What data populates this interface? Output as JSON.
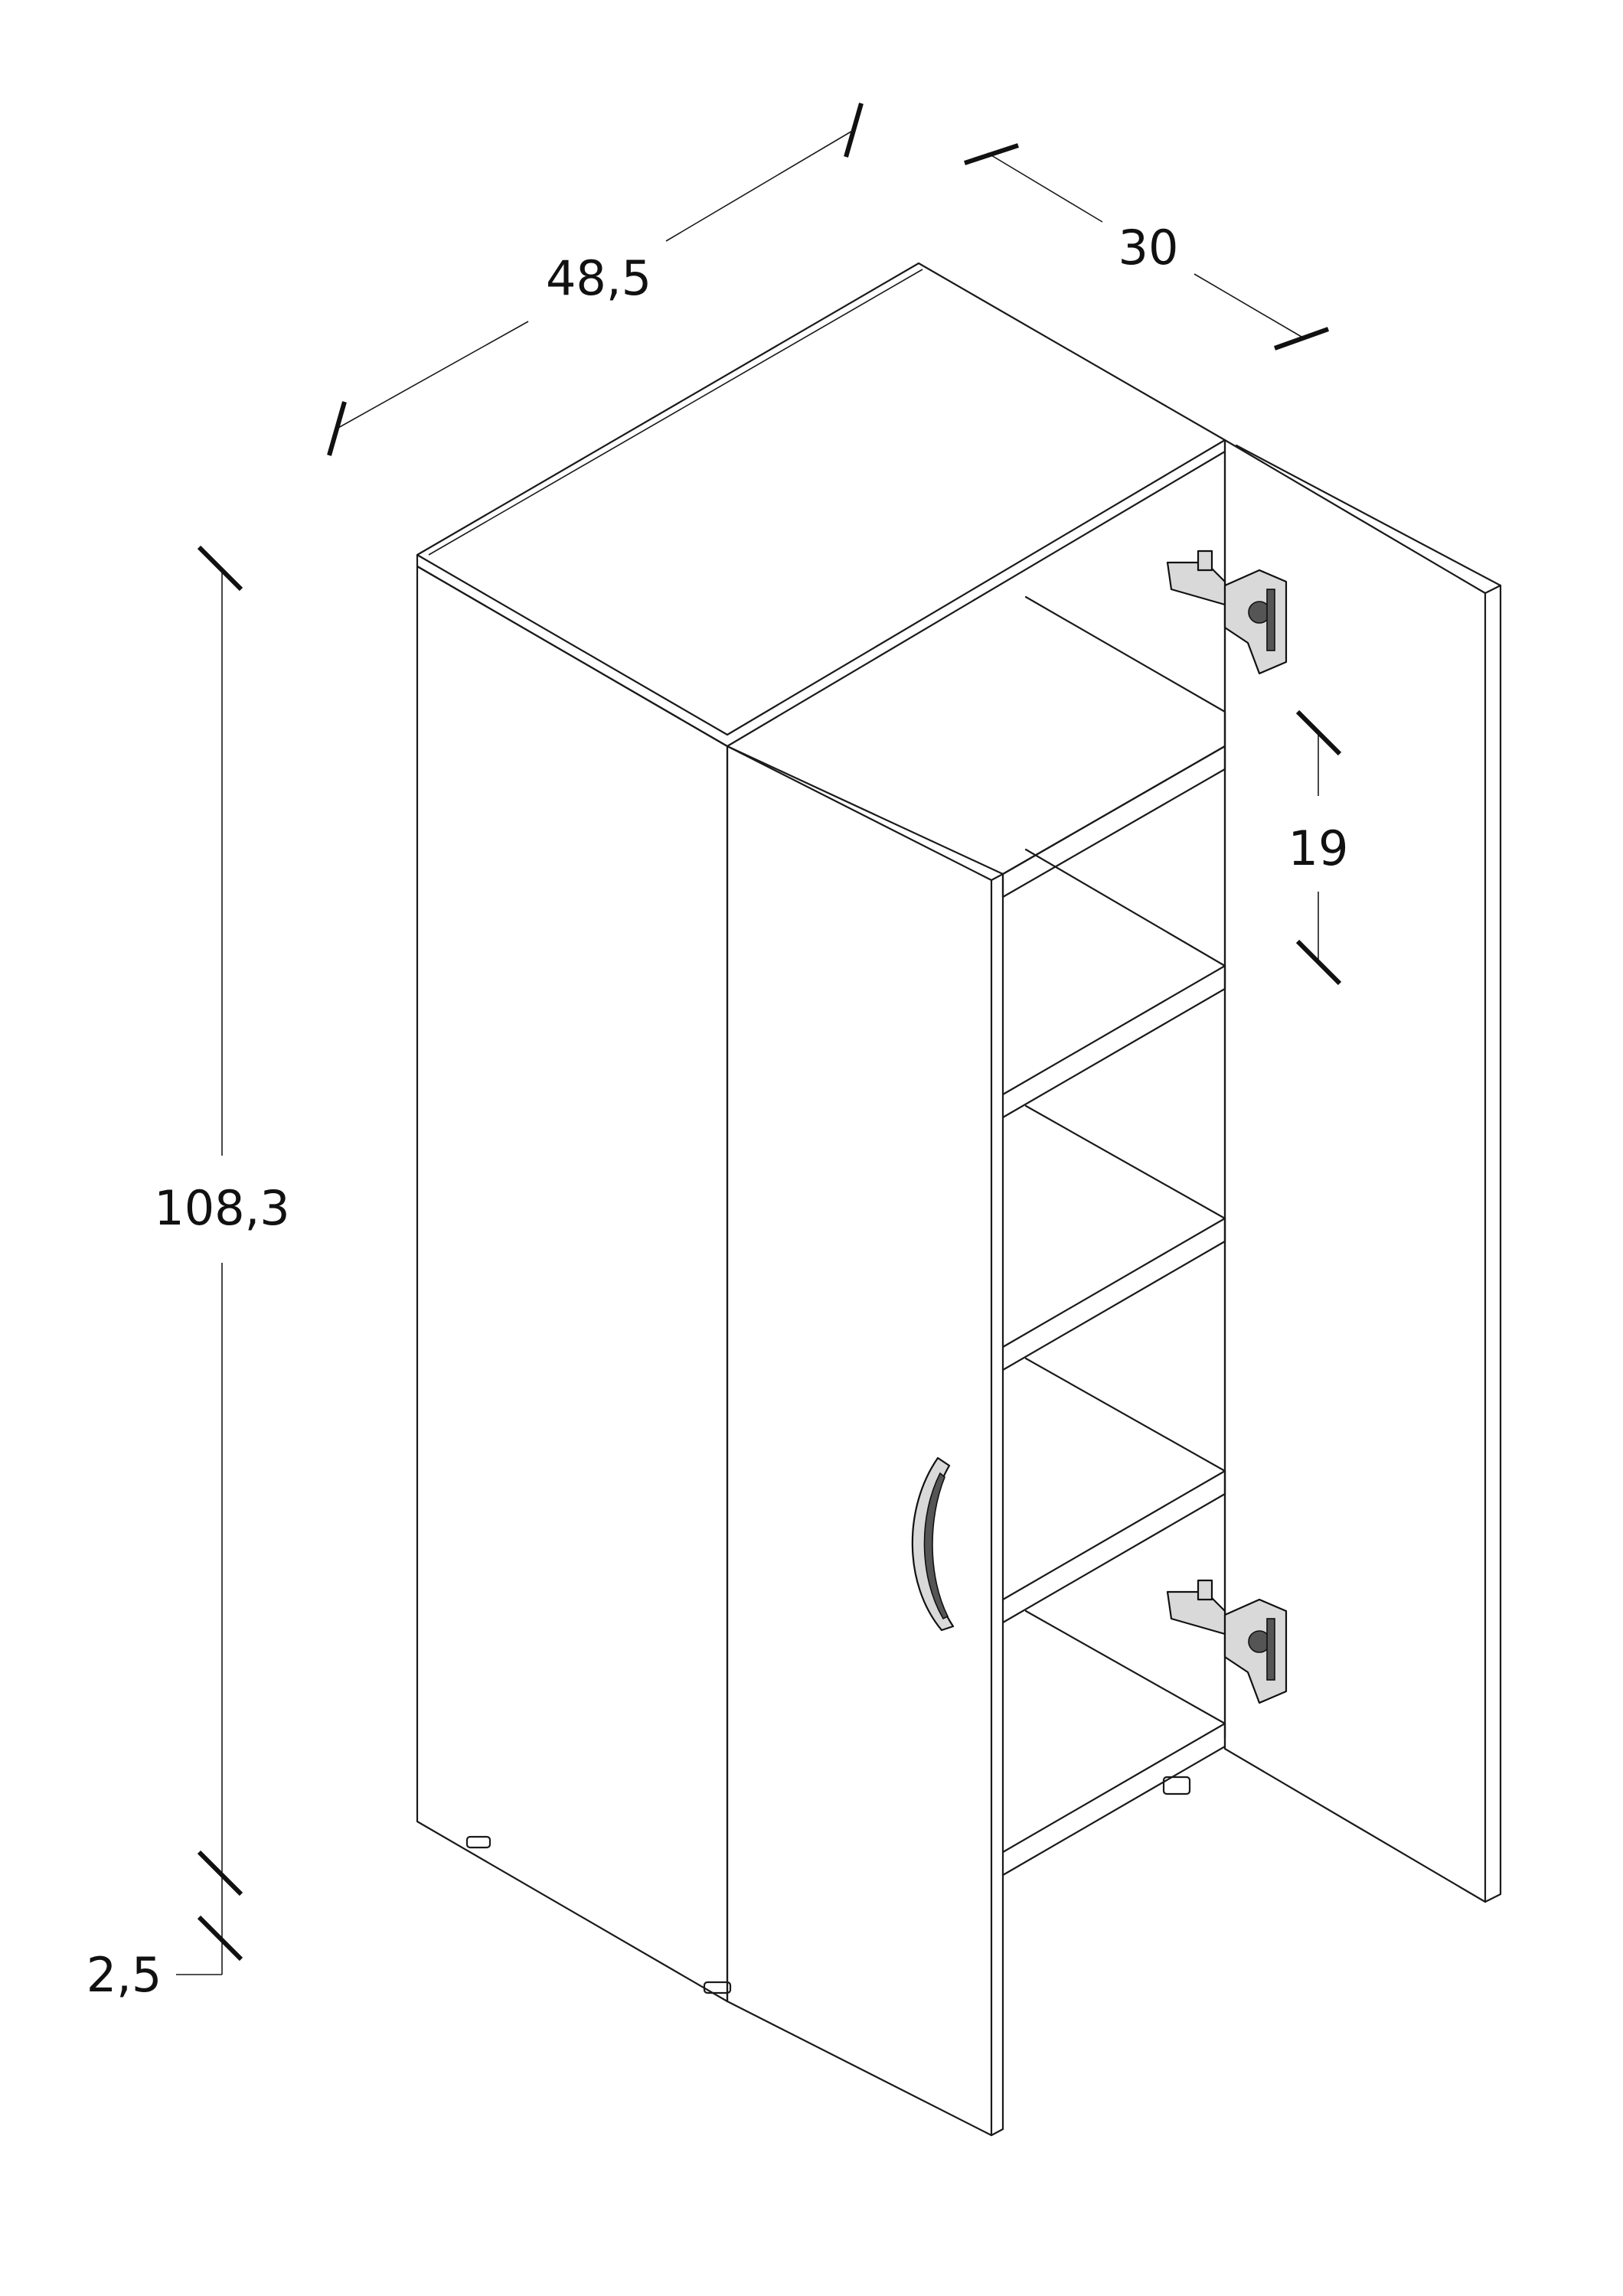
{
  "dimensions": {
    "width": "48,5",
    "depth": "30",
    "height": "108,3",
    "shelf_spacing": "19",
    "foot_height": "2,5"
  }
}
